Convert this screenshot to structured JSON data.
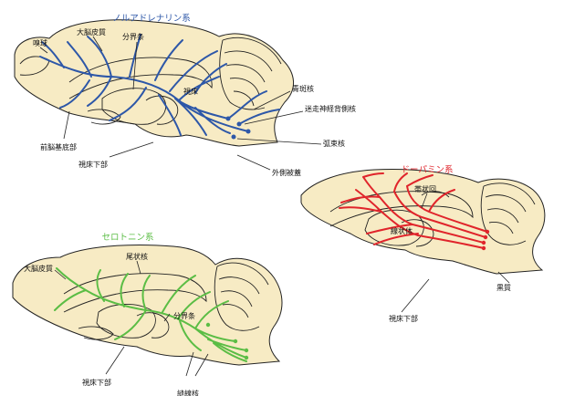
{
  "titles": {
    "noradrenaline": "ノルアドレナリン系",
    "dopamine": "ドーパミン系",
    "serotonin": "セロトニン系"
  },
  "colors": {
    "noradrenaline": "#2d57a8",
    "dopamine": "#e0242b",
    "serotonin": "#5bbd45",
    "brain_fill": "#f7ebc4"
  },
  "noradrenaline_labels": {
    "olfactory_bulb": "嗅球",
    "cortex": "大脳皮質",
    "stria_terminalis": "分界条",
    "thalamus": "視床",
    "locus_coeruleus": "青斑核",
    "vagus_dorsal": "迷走神経背側核",
    "solitary": "弧束核",
    "basal_forebrain": "前脳基底部",
    "hypothalamus": "視床下部",
    "lateral_tegmentum": "外側被蓋"
  },
  "dopamine_labels": {
    "cingulate": "帯状回",
    "striatum": "線状体",
    "substantia_nigra": "黒質",
    "hypothalamus": "視床下部"
  },
  "serotonin_labels": {
    "cortex": "大脳皮質",
    "caudate": "尾状核",
    "stria_terminalis": "分界条",
    "hypothalamus": "視床下部",
    "raphe": "縫線核"
  }
}
